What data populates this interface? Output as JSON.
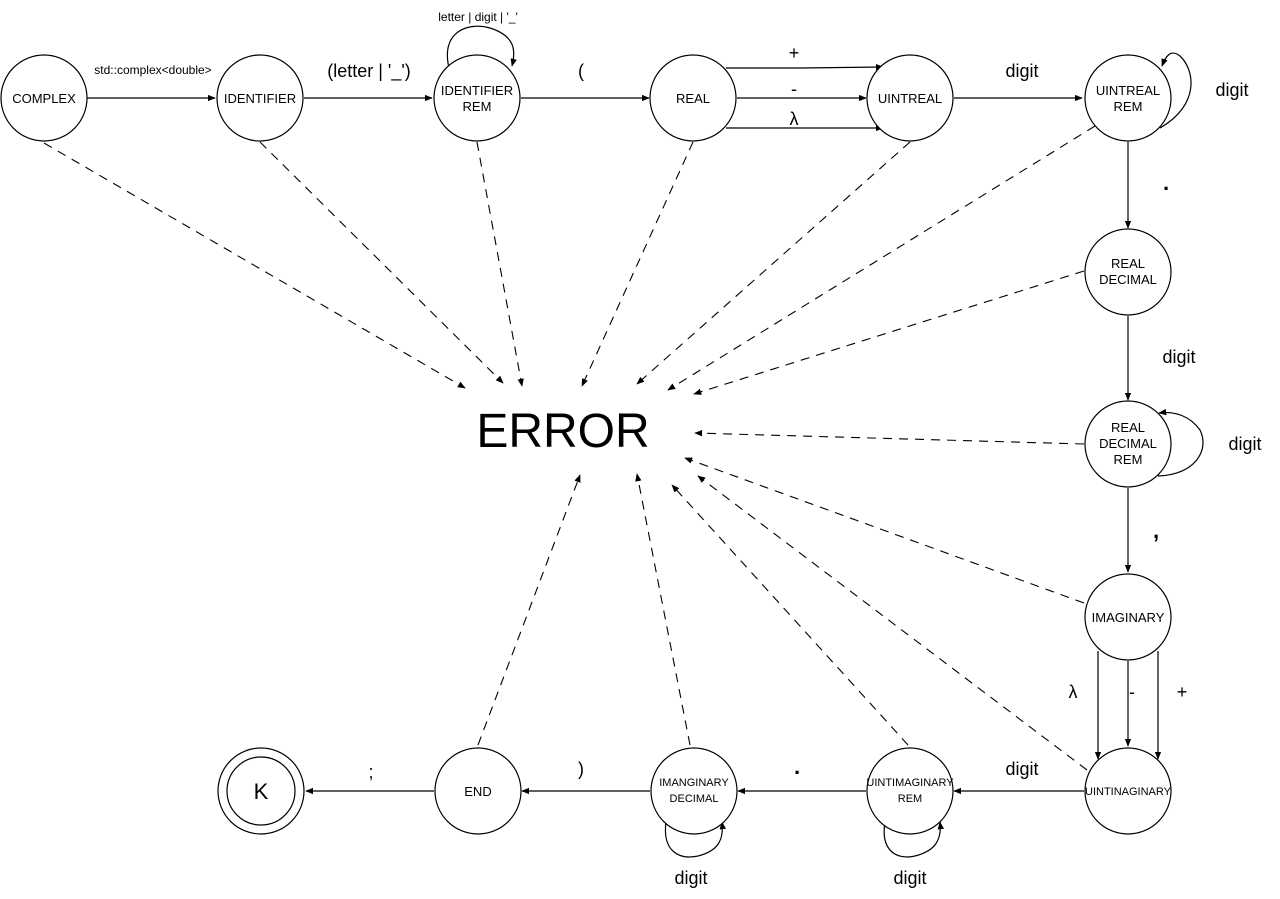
{
  "states": {
    "complex": [
      "COMPLEX"
    ],
    "identifier": [
      "IDENTIFIER"
    ],
    "identifier_rem": [
      "IDENTIFIER",
      "REM"
    ],
    "real": [
      "REAL"
    ],
    "uintreal": [
      "UINTREAL"
    ],
    "uintreal_rem": [
      "UINTREAL",
      "REM"
    ],
    "real_decimal": [
      "REAL",
      "DECIMAL"
    ],
    "real_decimal_rem": [
      "REAL",
      "DECIMAL",
      "REM"
    ],
    "imaginary": [
      "IMAGINARY"
    ],
    "uintinaginary": [
      "UINTINAGINARY"
    ],
    "uintimaginary_rem": [
      "UINTIMAGINARY",
      "REM"
    ],
    "imanginary_decimal": [
      "IMANGINARY",
      "DECIMAL"
    ],
    "end": [
      "END"
    ],
    "final": [
      "K"
    ]
  },
  "error_label": "ERROR",
  "transitions": {
    "complex_to_identifier": "std::complex<double>",
    "identifier_to_rem": "(letter | '_')",
    "identifier_rem_loop": "letter | digit | '_'",
    "identifier_rem_to_real": "(",
    "real_plus": "+",
    "real_minus": "-",
    "real_lambda": "λ",
    "uintreal_to_rem": "digit",
    "uintreal_rem_loop": "digit",
    "uintreal_rem_to_decimal": ".",
    "real_decimal_to_rem": "digit",
    "real_decimal_rem_loop": "digit",
    "real_decimal_rem_to_imaginary": ",",
    "imaginary_lambda": "λ",
    "imaginary_minus": "-",
    "imaginary_plus": "+",
    "uintinaginary_to_rem": "digit",
    "uintimaginary_rem_to_decimal": ".",
    "uintimaginary_rem_loop": "digit",
    "imanginary_decimal_loop": "digit",
    "imanginary_decimal_to_end": ")",
    "end_to_final": ";"
  }
}
